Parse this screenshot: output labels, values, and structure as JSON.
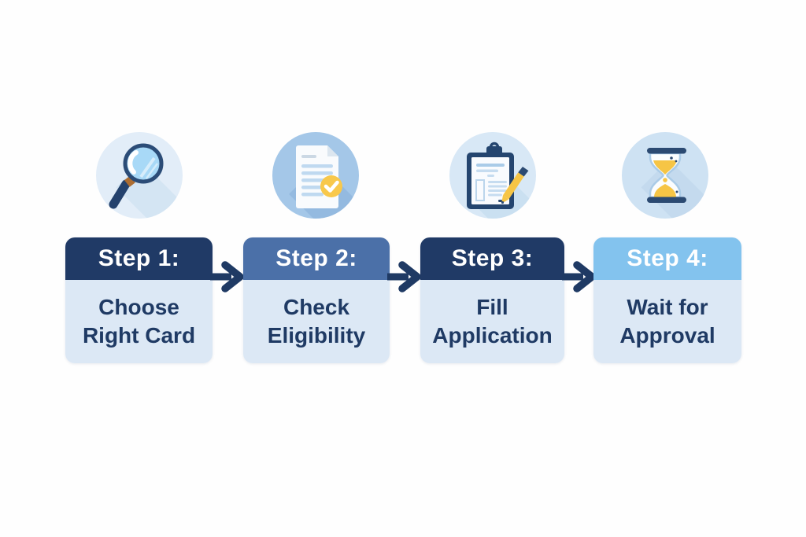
{
  "canvas": {
    "background": "#fefefe"
  },
  "cards": {
    "body_color": "#DCE8F5",
    "text_color": "#1F3A64",
    "header_text_color": "#FFFFFF"
  },
  "arrow": {
    "color": "#1F3A64",
    "icon": "arrow-right-icon"
  },
  "steps": [
    {
      "label": "Step 1:",
      "lines": [
        "Choose",
        "Right Card"
      ],
      "header_color": "#203A66",
      "icon": "magnifying-glass-icon",
      "icon_circle_color": "#E2EDF8"
    },
    {
      "label": "Step 2:",
      "lines": [
        "Check",
        "Eligibility"
      ],
      "header_color": "#4B70A8",
      "icon": "document-check-icon",
      "icon_circle_color": "#A4C7E8"
    },
    {
      "label": "Step 3:",
      "lines": [
        "Fill",
        "Application"
      ],
      "header_color": "#203A66",
      "icon": "clipboard-pencil-icon",
      "icon_circle_color": "#D8E8F6"
    },
    {
      "label": "Step 4:",
      "lines": [
        "Wait for",
        "Approval"
      ],
      "header_color": "#83C3EE",
      "icon": "hourglass-icon",
      "icon_circle_color": "#CEE2F3"
    }
  ],
  "accent_yellow": "#F7C74A"
}
